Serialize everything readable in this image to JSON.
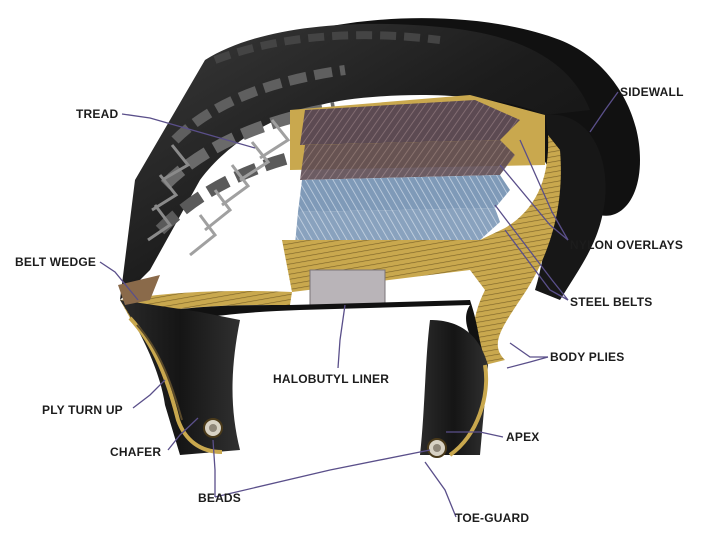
{
  "diagram": {
    "labels": {
      "tread": "TREAD",
      "sidewall": "SIDEWALL",
      "belt_wedge": "BELT WEDGE",
      "nylon_overlays": "NYLON OVERLAYS",
      "steel_belts": "STEEL BELTS",
      "body_plies": "BODY PLIES",
      "halobutyl_liner": "HALOBUTYL LINER",
      "ply_turn_up": "PLY TURN UP",
      "chafer": "CHAFER",
      "apex": "APEX",
      "beads": "BEADS",
      "toe_guard": "TOE-GUARD"
    },
    "colors": {
      "rubber": "#1a1a1a",
      "tread_highlight": "#6a6a6a",
      "nylon_overlay": "#5c4a52",
      "steel_belt": "#8fa7c2",
      "body_ply": "#c9a84e",
      "liner": "#b9b4b8",
      "leader_line": "#5a4f8a",
      "label_text": "#1c1c1c"
    }
  }
}
